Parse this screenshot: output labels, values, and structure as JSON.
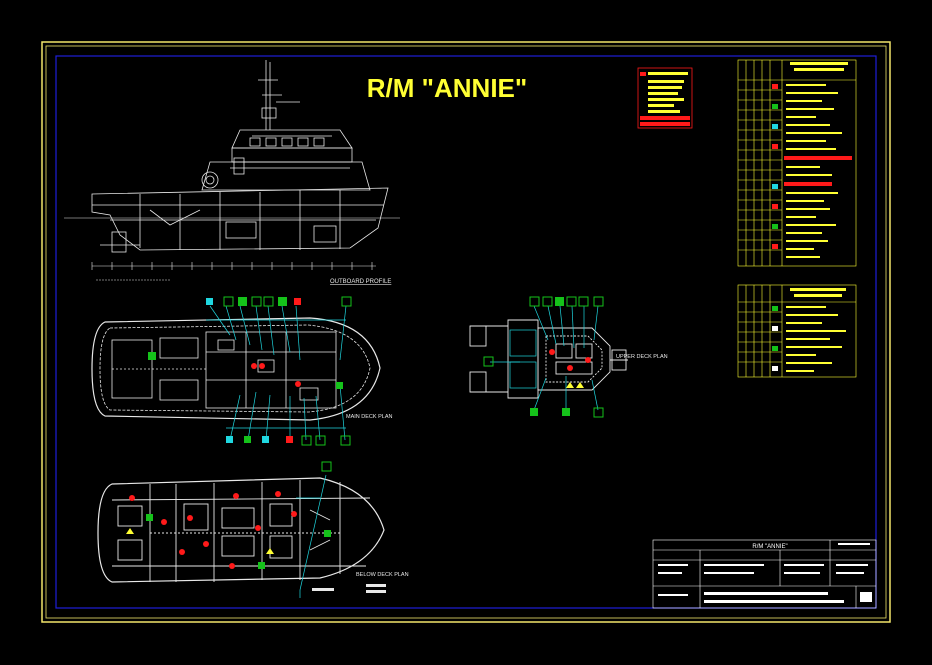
{
  "drawing": {
    "title": "R/M \"ANNIE\"",
    "colors": {
      "background": "#000000",
      "frame": "#f2e66b",
      "inner_border": "#1f1fd9",
      "hull": "#e8e8e8",
      "fixture": "#1fd7e0",
      "symbol_green": "#15c21a",
      "symbol_red": "#ff1a1a",
      "text_yellow": "#ffff33",
      "title_block": "#ffffff"
    },
    "icons": [
      "fire-extinguisher-icon",
      "life-ring-icon",
      "fire-hose-icon",
      "emergency-light-icon"
    ]
  },
  "views": {
    "profile": {
      "label": "OUTBOARD PROFILE"
    },
    "main_deck": {
      "label": "MAIN DECK PLAN"
    },
    "upper_deck": {
      "label": "UPPER DECK PLAN"
    },
    "below_deck": {
      "label": "BELOW DECK PLAN"
    }
  },
  "title_block": {
    "project": "R/M \"ANNIE\""
  }
}
